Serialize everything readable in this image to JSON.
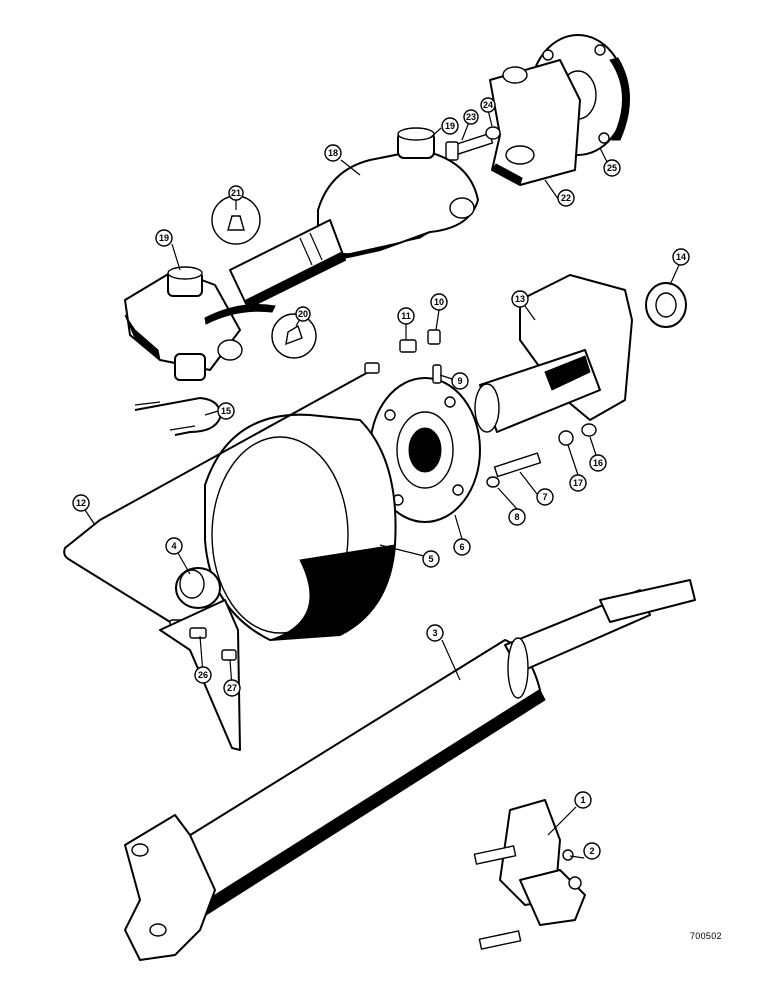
{
  "drawing_ref": "700502",
  "callouts": [
    {
      "id": "c1",
      "label": "1"
    },
    {
      "id": "c2",
      "label": "2"
    },
    {
      "id": "c3",
      "label": "3"
    },
    {
      "id": "c4",
      "label": "4"
    },
    {
      "id": "c5",
      "label": "5"
    },
    {
      "id": "c6",
      "label": "6"
    },
    {
      "id": "c7",
      "label": "7"
    },
    {
      "id": "c8",
      "label": "8"
    },
    {
      "id": "c9",
      "label": "9"
    },
    {
      "id": "c10",
      "label": "10"
    },
    {
      "id": "c11",
      "label": "11"
    },
    {
      "id": "c12",
      "label": "12"
    },
    {
      "id": "c13",
      "label": "13"
    },
    {
      "id": "c14",
      "label": "14"
    },
    {
      "id": "c15",
      "label": "15"
    },
    {
      "id": "c16",
      "label": "16"
    },
    {
      "id": "c17",
      "label": "17"
    },
    {
      "id": "c18",
      "label": "18"
    },
    {
      "id": "c19",
      "label": "19"
    },
    {
      "id": "c19b",
      "label": "19"
    },
    {
      "id": "c20",
      "label": "20"
    },
    {
      "id": "c21",
      "label": "21"
    },
    {
      "id": "c22",
      "label": "22"
    },
    {
      "id": "c23",
      "label": "23"
    },
    {
      "id": "c24",
      "label": "24"
    },
    {
      "id": "c25",
      "label": "25"
    },
    {
      "id": "c26",
      "label": "26"
    },
    {
      "id": "c27",
      "label": "27"
    }
  ]
}
